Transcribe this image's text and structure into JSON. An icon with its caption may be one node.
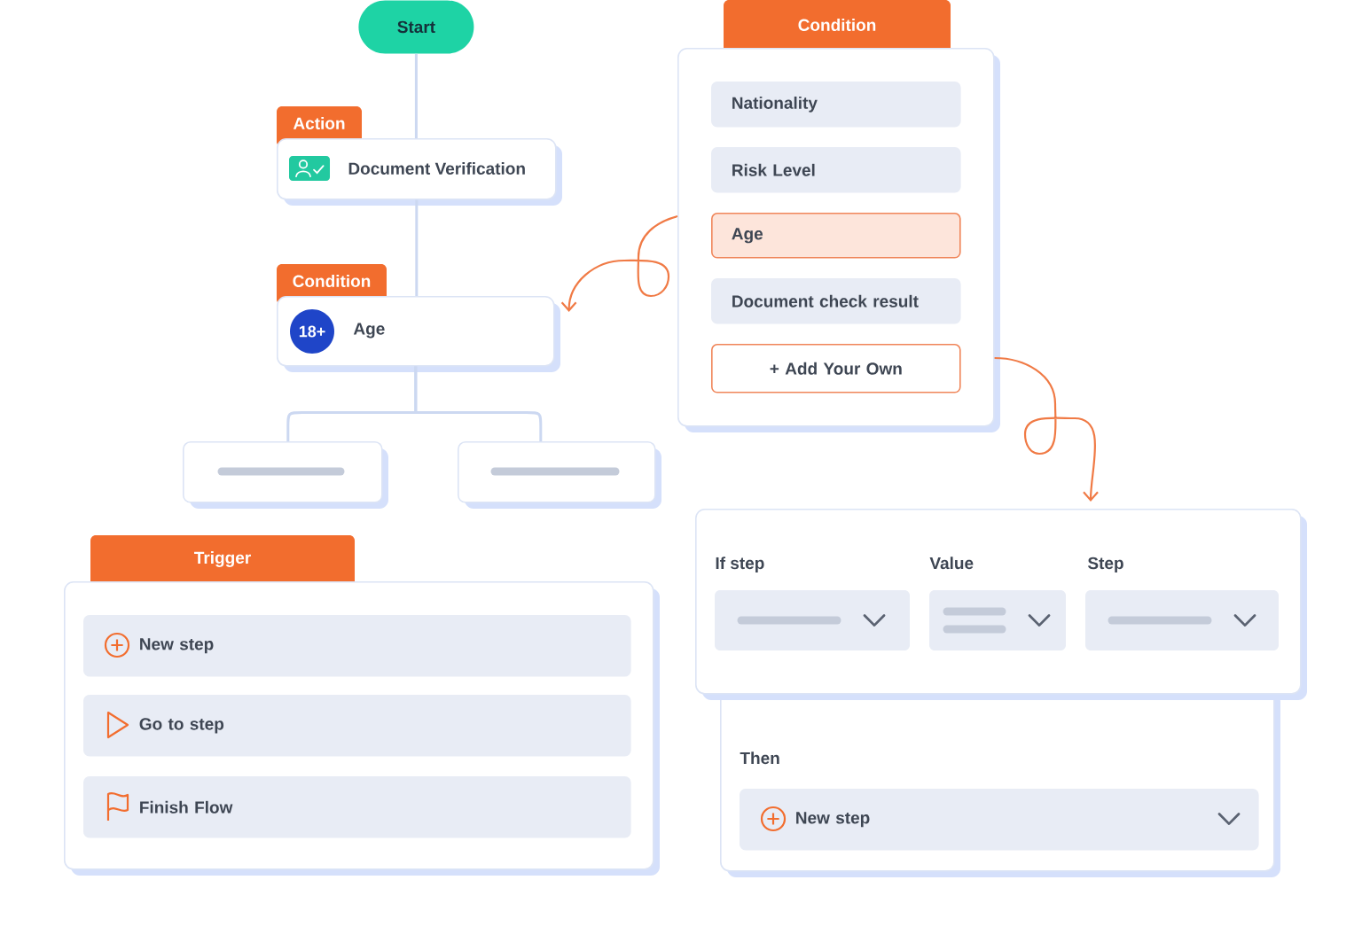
{
  "diagram": {
    "nodes": [
      {
        "text": [
          "Start"
        ]
      },
      {
        "text": [
          "Action",
          "Document Verification"
        ]
      },
      {
        "text": [
          "Condition",
          "Age"
        ]
      },
      {
        "text": [
          "18+"
        ],
        "in": 2
      },
      {
        "text": [],
        "shape": "box"
      },
      {
        "text": [],
        "shape": "box"
      },
      {
        "text": [
          "Condition"
        ]
      },
      {
        "text": [
          "Nationality"
        ],
        "in": 6
      },
      {
        "text": [
          "Risk Level"
        ],
        "in": 6
      },
      {
        "text": [
          "Age"
        ],
        "in": 6
      },
      {
        "text": [
          "Document check result"
        ],
        "in": 6
      },
      {
        "text": [
          "+ Add Your Own"
        ],
        "in": 6
      },
      {
        "text": [
          "Trigger"
        ]
      },
      {
        "text": [
          "New step"
        ],
        "in": 12
      },
      {
        "text": [
          "Go to step"
        ],
        "in": 12
      },
      {
        "text": [
          "Finish Flow"
        ],
        "in": 12
      },
      {
        "text": [
          "If step",
          "Value",
          "Step"
        ]
      },
      {
        "text": [
          "Then"
        ]
      },
      {
        "text": [
          "New step"
        ],
        "in": 17
      }
    ],
    "edges": [
      {
        "from": 0,
        "to": 1,
        "arrow": "none"
      },
      {
        "from": 1,
        "to": 2,
        "arrow": "none"
      },
      {
        "from": 2,
        "to": 4,
        "arrow": "none"
      },
      {
        "from": 2,
        "to": 5,
        "arrow": "none"
      },
      {
        "from": 6,
        "to": 2,
        "arrow": "to",
        "color": "#f07a45"
      },
      {
        "from": 6,
        "to": 16,
        "arrow": "to",
        "color": "#f07a45"
      }
    ]
  }
}
